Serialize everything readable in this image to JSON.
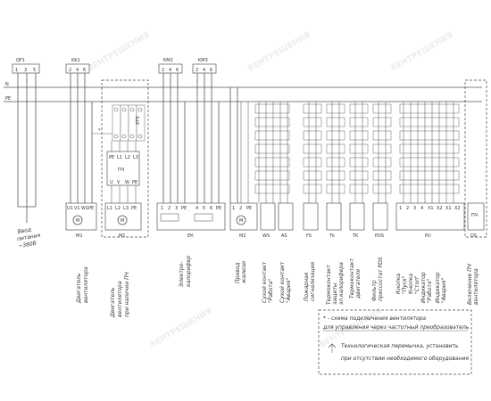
{
  "buses": {
    "n_label": "N",
    "pe_label": "PE"
  },
  "headers": [
    {
      "name": "QF1",
      "pins": [
        "1",
        "3",
        "5"
      ]
    },
    {
      "name": "KK1",
      "pins": [
        "2",
        "4",
        "6"
      ]
    },
    {
      "name": "KM2",
      "pins": [
        "2",
        "4",
        "6"
      ]
    },
    {
      "name": "KM3",
      "pins": [
        "2",
        "4",
        "6"
      ]
    }
  ],
  "inverter": {
    "label": "ПЧ",
    "top_pins": [
      "PE",
      "L1",
      "L2",
      "L3"
    ],
    "bottom_pins": [
      "U",
      "V",
      "W",
      "PE"
    ],
    "relay": "XT3"
  },
  "bottom_labels": [
    {
      "code": "М1",
      "caption": [
        "Двигатель",
        "вентилятора"
      ]
    },
    {
      "code": "М1",
      "caption": [
        "Двигатель",
        "вентилятора",
        "при наличии ПЧ"
      ]
    },
    {
      "code": "ЕК",
      "caption": [
        "Электро-",
        "калорифер"
      ]
    },
    {
      "code": "М2",
      "caption": [
        "Привод",
        "жалюзи"
      ]
    },
    {
      "code": "WS",
      "caption": [
        "Сухой контакт",
        "\"Работа\""
      ]
    },
    {
      "code": "AS",
      "caption": [
        "Сухой контакт",
        "\"Авария\""
      ]
    },
    {
      "code": "FS",
      "caption": [
        "Пожарная",
        "сигнализация"
      ]
    },
    {
      "code": "Tk",
      "caption": [
        "Термоконтакт",
        "защиты",
        "эл.калорифера"
      ]
    },
    {
      "code": "TK",
      "caption": [
        "Термоконтакт",
        "двигателя"
      ]
    },
    {
      "code": "PDS",
      "caption": [
        "Фильтр",
        "прессостат PDS"
      ]
    },
    {
      "code": "PU",
      "caption": [
        "Кнопка",
        "\"Пуск\""
      ]
    },
    {
      "code": "PU",
      "caption": [
        "Кнопка",
        "\"Стоп\""
      ]
    },
    {
      "code": "PU",
      "caption": [
        "Индикатор",
        "\"Работа\""
      ]
    },
    {
      "code": "PU",
      "caption": [
        "Индикатор",
        "\"Авария\""
      ]
    },
    {
      "code": "DS",
      "caption": [
        "Включение ПЧ",
        "вентилятора"
      ]
    }
  ],
  "power_input": [
    "Ввод",
    "питания",
    "~380В"
  ],
  "ek_pins": [
    "1",
    "2",
    "3",
    "PE",
    "4",
    "5",
    "6",
    "PE"
  ],
  "m1_pins": [
    "U1",
    "V1",
    "W1",
    "PE"
  ],
  "m1b_pins": [
    "L1",
    "L2",
    "L3",
    "PE"
  ],
  "m2_pins": [
    "1",
    "2",
    "PE"
  ],
  "pu_pins": [
    "1",
    "2",
    "3",
    "4",
    "X1",
    "X2",
    "X1",
    "X2"
  ],
  "notes": {
    "star_note_1": "* - схема подключения вентилятора",
    "star_note_2": "для управления через частотный преобразователь",
    "jumper_note_1": "Технологическая перемычка, установить",
    "jumper_note_2": "при отсутствии необходимого оборудования"
  },
  "watermark": "ВЕНТРЕШЕНИЯ"
}
